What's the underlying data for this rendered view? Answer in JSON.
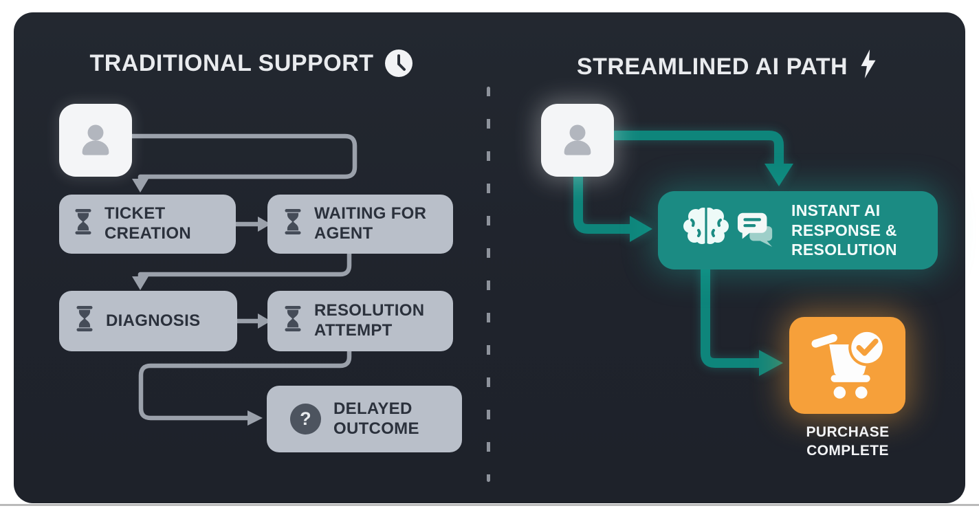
{
  "page": {
    "background_color": "#ffffff",
    "panel_color": "#20242d",
    "divider_style": "vertical-dashed",
    "divider_color": "#8e939c"
  },
  "left_section": {
    "title": "TRADITIONAL SUPPORT",
    "title_icon": "clock-icon",
    "user_node": {
      "icon": "user-icon"
    },
    "step_color": "#b9bfc9",
    "arrow_color": "#9ba1ab",
    "text_color": "#2b313c",
    "steps": [
      {
        "label": "TICKET CREATION",
        "icon": "hourglass-icon"
      },
      {
        "label": "WAITING FOR AGENT",
        "icon": "hourglass-icon"
      },
      {
        "label": "DIAGNOSIS",
        "icon": "hourglass-icon"
      },
      {
        "label": "RESOLUTION ATTEMPT",
        "icon": "hourglass-icon"
      },
      {
        "label": "DELAYED OUTCOME",
        "icon": "question-mark-icon",
        "badge_text": "?"
      }
    ]
  },
  "right_section": {
    "title": "STREAMLINED AI PATH",
    "title_icon": "lightning-icon",
    "user_node": {
      "icon": "user-icon"
    },
    "arrow_color": "#0e857b",
    "ai_node": {
      "label": "INSTANT AI RESPONSE & RESOLUTION",
      "icons": [
        "brain-icon",
        "chat-bubbles-icon"
      ],
      "color": "#1b8b83"
    },
    "purchase_node": {
      "label": "PURCHASE COMPLETE",
      "icon": "cart-check-icon",
      "color": "#f6a03a"
    }
  }
}
